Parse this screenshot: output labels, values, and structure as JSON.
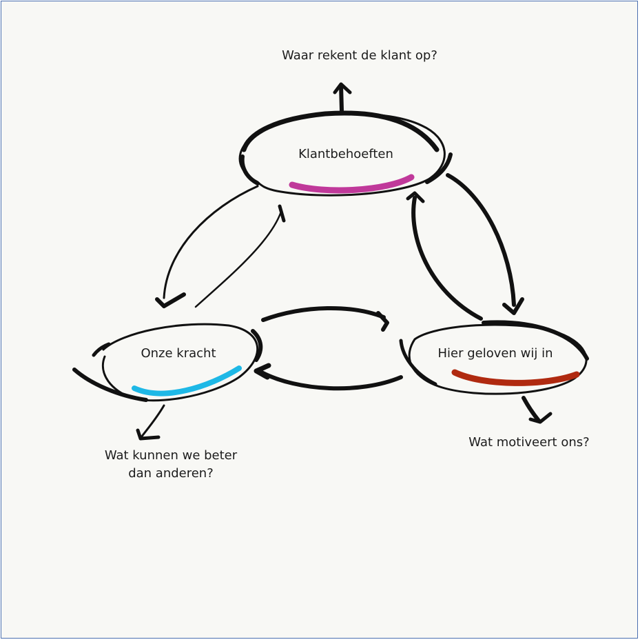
{
  "nodes": {
    "klant": {
      "label": "Klantbehoeften"
    },
    "kracht": {
      "label": "Onze kracht"
    },
    "geloof": {
      "label": "Hier geloven wij in"
    }
  },
  "questions": {
    "klant": "Waar rekent de klant op?",
    "kracht_line1": "Wat kunnen we beter",
    "kracht_line2": "dan anderen?",
    "geloof": "Wat motiveert ons?"
  },
  "colors": {
    "klant_accent": "#c0399a",
    "kracht_accent": "#1eb8e6",
    "geloof_accent": "#b02a10",
    "ink": "#111111"
  }
}
